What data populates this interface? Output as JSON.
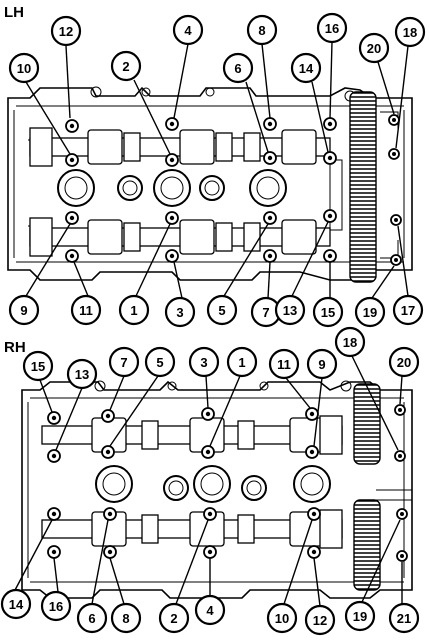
{
  "diagram": {
    "lh": {
      "label": "LH",
      "callouts": [
        {
          "id": 1,
          "text": "12"
        },
        {
          "id": 2,
          "text": "4"
        },
        {
          "id": 3,
          "text": "8"
        },
        {
          "id": 4,
          "text": "16"
        },
        {
          "id": 5,
          "text": "10"
        },
        {
          "id": 6,
          "text": "2"
        },
        {
          "id": 7,
          "text": "6"
        },
        {
          "id": 8,
          "text": "14"
        },
        {
          "id": 9,
          "text": "20"
        },
        {
          "id": 10,
          "text": "18"
        },
        {
          "id": 11,
          "text": "9"
        },
        {
          "id": 12,
          "text": "11"
        },
        {
          "id": 13,
          "text": "1"
        },
        {
          "id": 14,
          "text": "3"
        },
        {
          "id": 15,
          "text": "5"
        },
        {
          "id": 16,
          "text": "7"
        },
        {
          "id": 17,
          "text": "13"
        },
        {
          "id": 18,
          "text": "15"
        },
        {
          "id": 19,
          "text": "19"
        },
        {
          "id": 20,
          "text": "17"
        }
      ]
    },
    "rh": {
      "label": "RH",
      "callouts": [
        {
          "id": 1,
          "text": "15"
        },
        {
          "id": 2,
          "text": "13"
        },
        {
          "id": 3,
          "text": "7"
        },
        {
          "id": 4,
          "text": "5"
        },
        {
          "id": 5,
          "text": "3"
        },
        {
          "id": 6,
          "text": "1"
        },
        {
          "id": 7,
          "text": "11"
        },
        {
          "id": 8,
          "text": "9"
        },
        {
          "id": 9,
          "text": "18"
        },
        {
          "id": 10,
          "text": "20"
        },
        {
          "id": 11,
          "text": "14"
        },
        {
          "id": 12,
          "text": "16"
        },
        {
          "id": 13,
          "text": "6"
        },
        {
          "id": 14,
          "text": "8"
        },
        {
          "id": 15,
          "text": "2"
        },
        {
          "id": 16,
          "text": "4"
        },
        {
          "id": 17,
          "text": "10"
        },
        {
          "id": 18,
          "text": "12"
        },
        {
          "id": 19,
          "text": "19"
        },
        {
          "id": 20,
          "text": "21"
        }
      ]
    }
  }
}
